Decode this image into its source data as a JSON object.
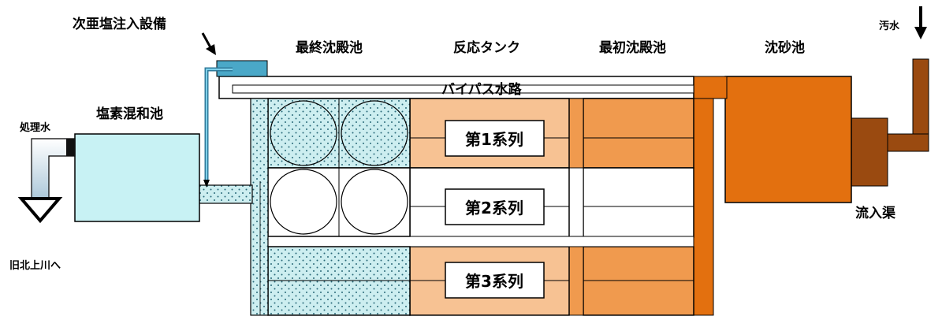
{
  "labels": {
    "hypochlorite_injection": "次亜塩注入設備",
    "final_sedimentation": "最終沈殿池",
    "reaction_tank": "反応タンク",
    "primary_sedimentation": "最初沈殿池",
    "grit_chamber": "沈砂池",
    "sewage": "汚水",
    "bypass": "バイパス水路",
    "chlorine_mixing": "塩素混和池",
    "treated_water": "処理水",
    "inflow_channel": "流入渠",
    "outlet": "旧北上川へ"
  },
  "series": [
    "第1系列",
    "第2系列",
    "第3系列"
  ],
  "colors": {
    "dotted_fill": "#cdeef0",
    "mixing_fill": "#c8f2f4",
    "tank_fill": "#b9f0f4",
    "reaction_fill": "#f7c293",
    "primary_fill": "#f09a4e",
    "grit_fill": "#e3700f",
    "channel_fill": "#9a4a10",
    "treated_pipe": "#bcd8e8"
  }
}
